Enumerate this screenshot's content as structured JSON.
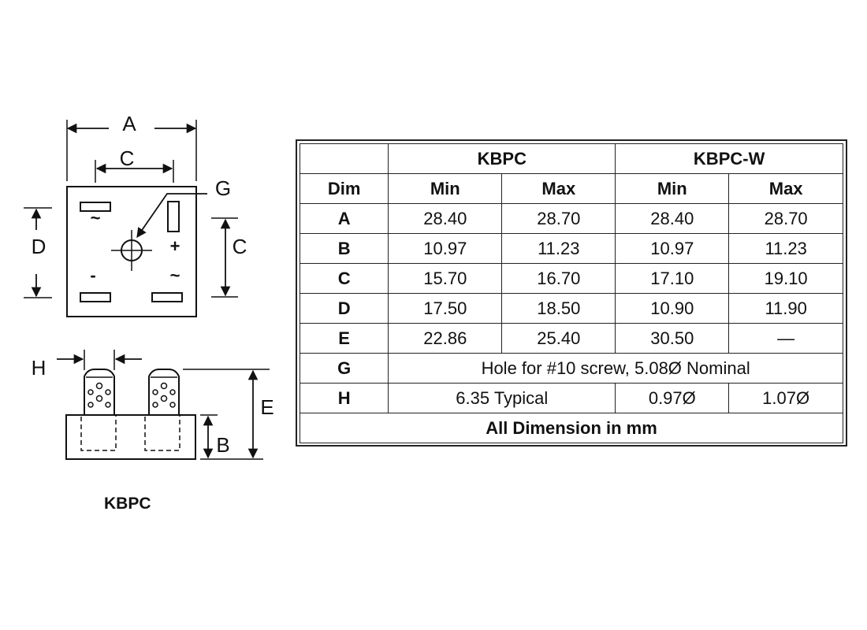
{
  "drawing": {
    "top_view": {
      "dim_a": "A",
      "dim_c_top": "C",
      "dim_c_side": "C",
      "dim_d": "D",
      "dim_g": "G",
      "terminal_ac_1": "~",
      "terminal_ac_2": "~",
      "terminal_plus": "+",
      "terminal_minus": "-"
    },
    "side_view": {
      "dim_h": "H",
      "dim_e": "E",
      "dim_b": "B"
    },
    "caption": "KBPC"
  },
  "table": {
    "group_headers": [
      "KBPC",
      "KBPC-W"
    ],
    "column_headers": [
      "Dim",
      "Min",
      "Max",
      "Min",
      "Max"
    ],
    "rows": [
      {
        "dim": "A",
        "kbpc_min": "28.40",
        "kbpc_max": "28.70",
        "kbpcw_min": "28.40",
        "kbpcw_max": "28.70"
      },
      {
        "dim": "B",
        "kbpc_min": "10.97",
        "kbpc_max": "11.23",
        "kbpcw_min": "10.97",
        "kbpcw_max": "11.23"
      },
      {
        "dim": "C",
        "kbpc_min": "15.70",
        "kbpc_max": "16.70",
        "kbpcw_min": "17.10",
        "kbpcw_max": "19.10"
      },
      {
        "dim": "D",
        "kbpc_min": "17.50",
        "kbpc_max": "18.50",
        "kbpcw_min": "10.90",
        "kbpcw_max": "11.90"
      },
      {
        "dim": "E",
        "kbpc_min": "22.86",
        "kbpc_max": "25.40",
        "kbpcw_min": "30.50",
        "kbpcw_max": "—"
      }
    ],
    "row_g": {
      "dim": "G",
      "value": "Hole for #10 screw, 5.08Ø Nominal"
    },
    "row_h": {
      "dim": "H",
      "kbpc": "6.35 Typical",
      "kbpcw_min": "0.97Ø",
      "kbpcw_max": "1.07Ø"
    },
    "footer": "All Dimension in mm"
  }
}
